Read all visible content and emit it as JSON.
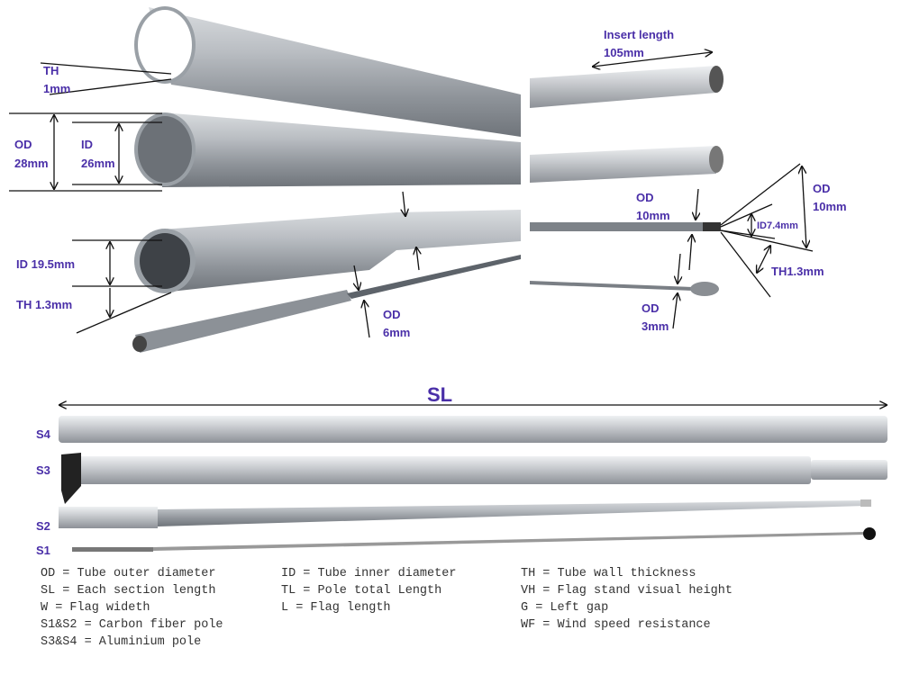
{
  "top_left": {
    "th_top": {
      "name": "TH",
      "value": "1mm"
    },
    "od": {
      "name": "OD",
      "value": "28mm"
    },
    "id": {
      "name": "ID",
      "value": "26mm"
    },
    "id_swaged": "ID 19.5mm",
    "th_swaged": "TH 1.3mm",
    "rod_od": {
      "name": "OD",
      "value": "6mm"
    }
  },
  "top_right": {
    "insert": {
      "name": "Insert length",
      "value": "105mm"
    },
    "tube_od": {
      "name": "OD",
      "value": "10mm"
    },
    "id": "ID7.4mm",
    "end_od": {
      "name": "OD",
      "value": "10mm"
    },
    "th": "TH1.3mm",
    "tip_od": {
      "name": "OD",
      "value": "3mm"
    }
  },
  "sections": {
    "sl_label": "SL",
    "labels": [
      "S4",
      "S3",
      "S2",
      "S1"
    ]
  },
  "legend": [
    [
      "OD = Tube outer diameter",
      "ID = Tube inner diameter",
      "TH = Tube wall thickness"
    ],
    [
      "SL = Each section length",
      "TL = Pole total Length",
      "VH = Flag stand visual height"
    ],
    [
      "W = Flag wideth",
      "L = Flag length",
      "G = Left gap"
    ],
    [
      "S1&S2 = Carbon fiber pole",
      "",
      "WF = Wind speed resistance"
    ],
    [
      "S3&S4 = Aluminium pole",
      "",
      ""
    ]
  ],
  "colors": {
    "label": "#4a2fa8",
    "metal": "#a9adb3"
  }
}
